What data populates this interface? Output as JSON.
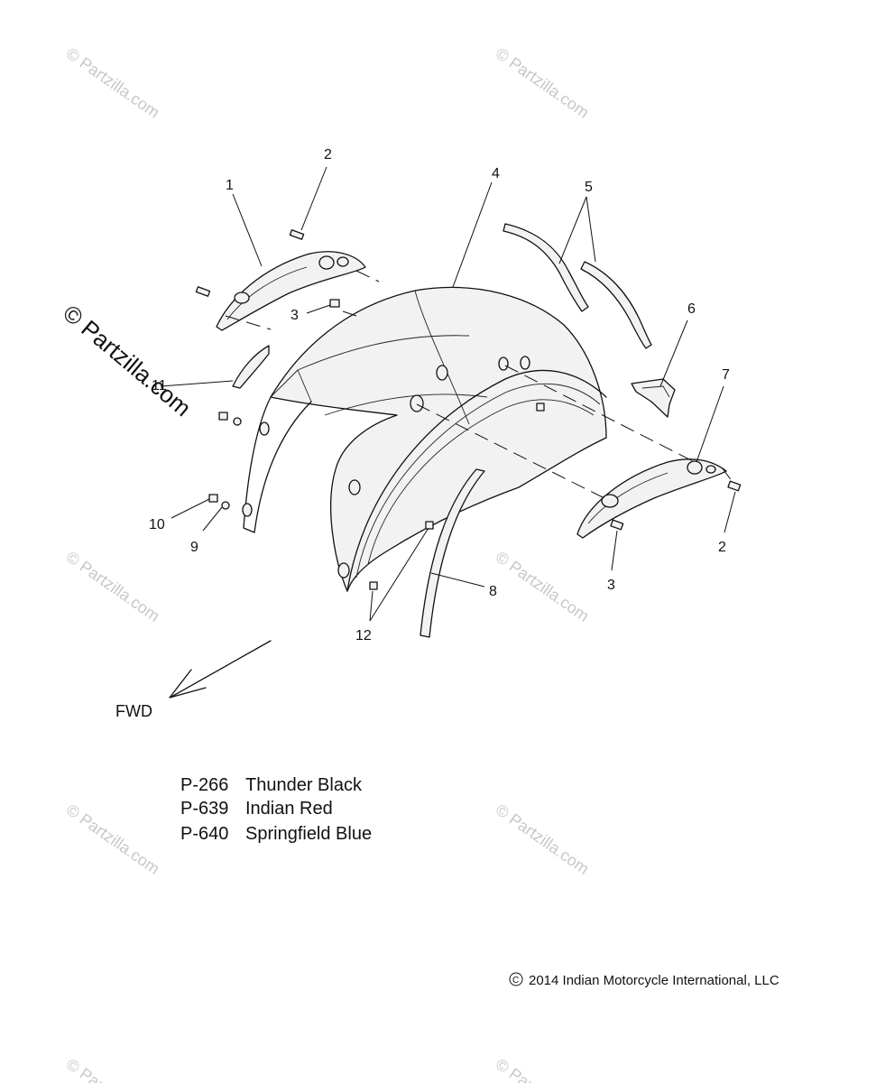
{
  "watermark_text": "© Partzilla.com",
  "callouts": {
    "c1": "1",
    "c2a": "2",
    "c2b": "2",
    "c3a": "3",
    "c3b": "3",
    "c4": "4",
    "c5": "5",
    "c6": "6",
    "c7": "7",
    "c8": "8",
    "c9": "9",
    "c10": "10",
    "c11": "11",
    "c12": "12"
  },
  "direction_label": "FWD",
  "paint_codes": [
    {
      "code": "P-266",
      "name": "Thunder Black"
    },
    {
      "code": "P-639",
      "name": "Indian Red"
    },
    {
      "code": "P-640",
      "name": "Springfield Blue"
    }
  ],
  "copyright": {
    "symbol": "C",
    "text": "2014 Indian Motorcycle International, LLC"
  }
}
